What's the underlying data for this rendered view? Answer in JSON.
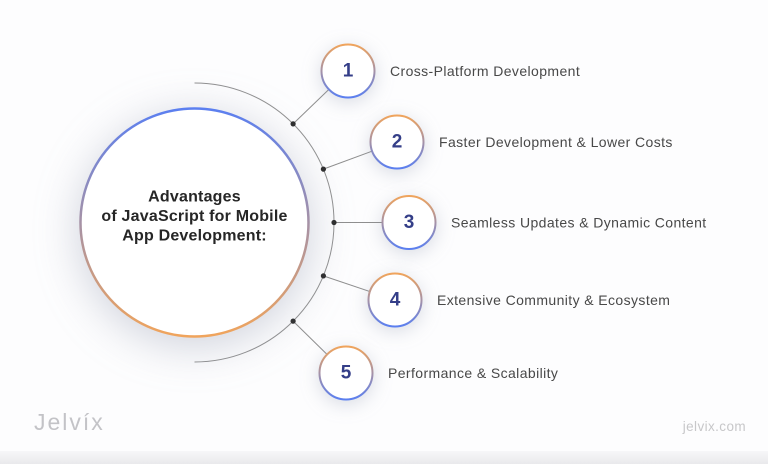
{
  "title": {
    "lines": [
      "Advantages",
      "of JavaScript for Mobile",
      "App Development:"
    ]
  },
  "items": [
    {
      "number": "1",
      "label": "Cross-Platform Development"
    },
    {
      "number": "2",
      "label": "Faster Development & Lower Costs"
    },
    {
      "number": "3",
      "label": "Seamless Updates & Dynamic Content"
    },
    {
      "number": "4",
      "label": "Extensive Community & Ecosystem"
    },
    {
      "number": "5",
      "label": "Performance & Scalability"
    }
  ],
  "footer": {
    "logo": "Jelvíx",
    "website": "jelvix.com"
  },
  "colors": {
    "blue": "#5b7ff0",
    "orange": "#f0a45c",
    "number_navy": "#343e88",
    "label_gray": "#484848",
    "title_dark": "#262626",
    "line_gray": "#8f8f8f",
    "dot_dark": "#2d2d2d"
  }
}
